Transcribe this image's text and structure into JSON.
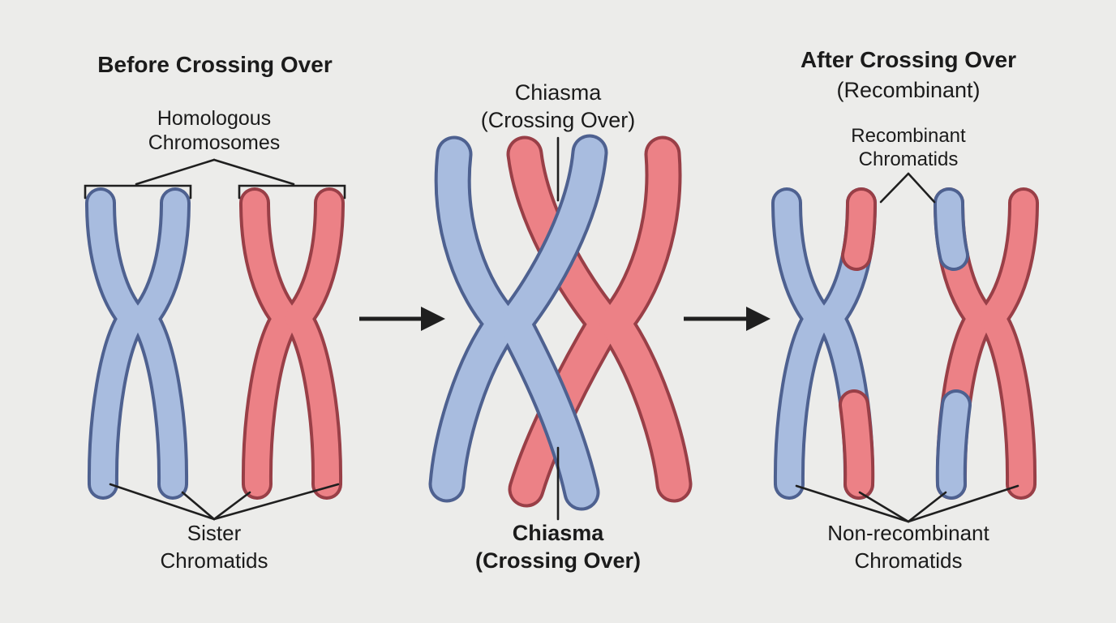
{
  "colors": {
    "background": "#ececea",
    "text": "#1b1b1b",
    "line": "#1f1f1f",
    "blue_fill": "#a8bcdf",
    "blue_border": "#4e6190",
    "red_fill": "#ec8186",
    "red_border": "#993f47"
  },
  "panels": {
    "before": {
      "title": "Before Crossing Over",
      "homologous_label": {
        "line1": "Homologous",
        "line2": "Chromosomes"
      },
      "sister_label": {
        "line1": "Sister",
        "line2": "Chromatids"
      }
    },
    "during": {
      "chiasma_top_label": {
        "line1": "Chiasma",
        "line2": "(Crossing Over)"
      },
      "chiasma_bottom_label": {
        "line1": "Chiasma",
        "line2": "(Crossing Over)"
      }
    },
    "after": {
      "title": "After Crossing Over",
      "subtitle": "(Recombinant)",
      "recombinant_label": {
        "line1": "Recombinant",
        "line2": "Chromatids"
      },
      "nonrecombinant_label": {
        "line1": "Non-recombinant",
        "line2": "Chromatids"
      }
    }
  }
}
